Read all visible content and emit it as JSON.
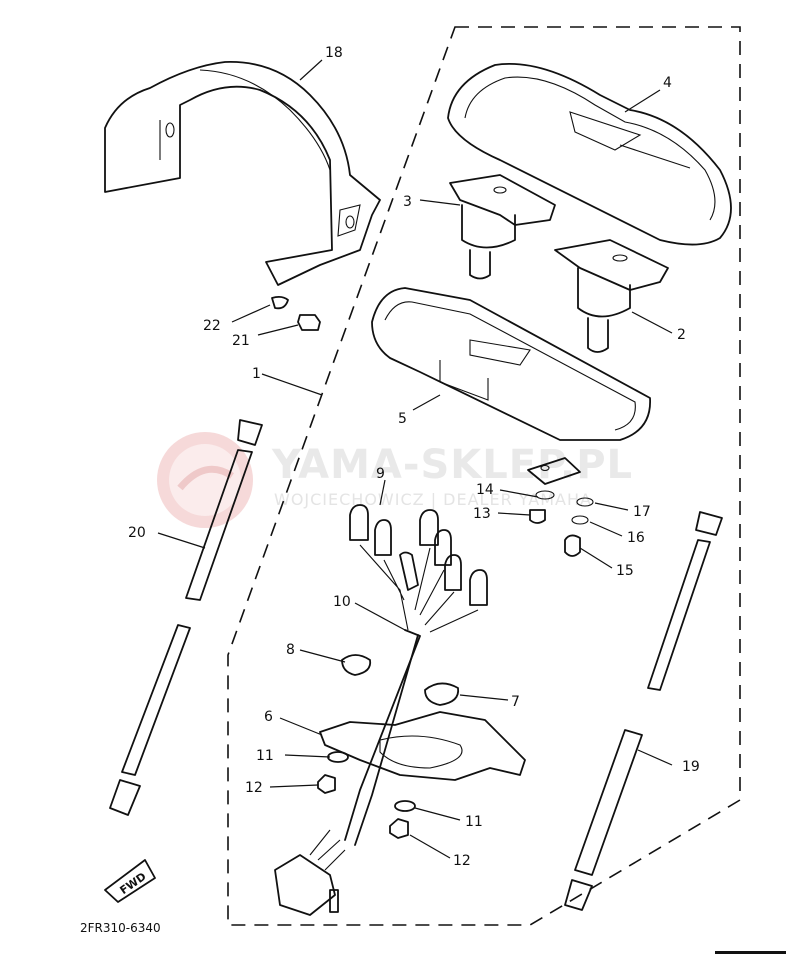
{
  "diagram": {
    "code": "2FR310-6340",
    "fwd_label": "FWD",
    "watermark": {
      "title": "YAMA-SKLEP.PL",
      "subtitle": "WOJCIECHOWICZ | DEALER YAMAHA"
    },
    "callouts": [
      {
        "id": "c18",
        "label": "18"
      },
      {
        "id": "c4",
        "label": "4"
      },
      {
        "id": "c3",
        "label": "3"
      },
      {
        "id": "c2",
        "label": "2"
      },
      {
        "id": "c22",
        "label": "22"
      },
      {
        "id": "c21",
        "label": "21"
      },
      {
        "id": "c1",
        "label": "1"
      },
      {
        "id": "c5",
        "label": "5"
      },
      {
        "id": "c9",
        "label": "9"
      },
      {
        "id": "c14",
        "label": "14"
      },
      {
        "id": "c17",
        "label": "17"
      },
      {
        "id": "c13",
        "label": "13"
      },
      {
        "id": "c16",
        "label": "16"
      },
      {
        "id": "c15",
        "label": "15"
      },
      {
        "id": "c20",
        "label": "20"
      },
      {
        "id": "c10",
        "label": "10"
      },
      {
        "id": "c8",
        "label": "8"
      },
      {
        "id": "c7",
        "label": "7"
      },
      {
        "id": "c6",
        "label": "6"
      },
      {
        "id": "c11a",
        "label": "11"
      },
      {
        "id": "c12a",
        "label": "12"
      },
      {
        "id": "c11b",
        "label": "11"
      },
      {
        "id": "c12b",
        "label": "12"
      },
      {
        "id": "c19",
        "label": "19"
      }
    ]
  }
}
